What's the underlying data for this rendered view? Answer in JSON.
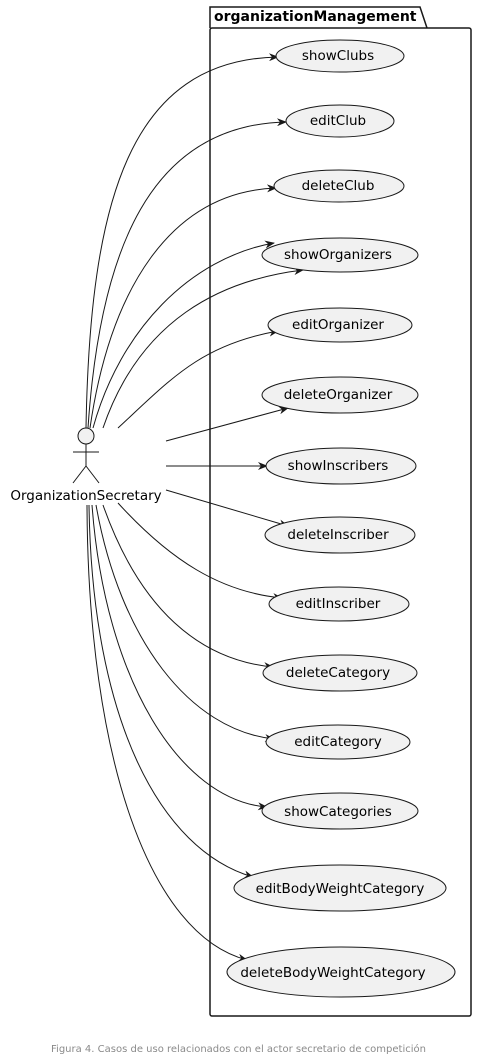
{
  "package": {
    "name": "organizationManagement"
  },
  "actor": {
    "name": "OrganizationSecretary"
  },
  "use_cases": [
    {
      "id": "uc1",
      "label": "showClubs"
    },
    {
      "id": "uc2",
      "label": "editClub"
    },
    {
      "id": "uc3",
      "label": "deleteClub"
    },
    {
      "id": "uc4",
      "label": "showOrganizers"
    },
    {
      "id": "uc5",
      "label": "editOrganizer"
    },
    {
      "id": "uc6",
      "label": "deleteOrganizer"
    },
    {
      "id": "uc7",
      "label": "showInscribers"
    },
    {
      "id": "uc8",
      "label": "deleteInscriber"
    },
    {
      "id": "uc9",
      "label": "editInscriber"
    },
    {
      "id": "uc10",
      "label": "deleteCategory"
    },
    {
      "id": "uc11",
      "label": "editCategory"
    },
    {
      "id": "uc12",
      "label": "showCategories"
    },
    {
      "id": "uc13",
      "label": "editBodyWeightCategory"
    },
    {
      "id": "uc14",
      "label": "deleteBodyWeightCategory"
    }
  ],
  "associations": [
    "uc1",
    "uc2",
    "uc3",
    "uc4",
    "uc4",
    "uc5",
    "uc6",
    "uc7",
    "uc8",
    "uc9",
    "uc10",
    "uc11",
    "uc12",
    "uc13",
    "uc14"
  ],
  "caption": "Figura 4. Casos de uso relacionados con el actor secretario de competición",
  "colors": {
    "use_case_fill": "#f1f1f1",
    "stroke": "#181818",
    "caption": "#8a8a8a"
  }
}
